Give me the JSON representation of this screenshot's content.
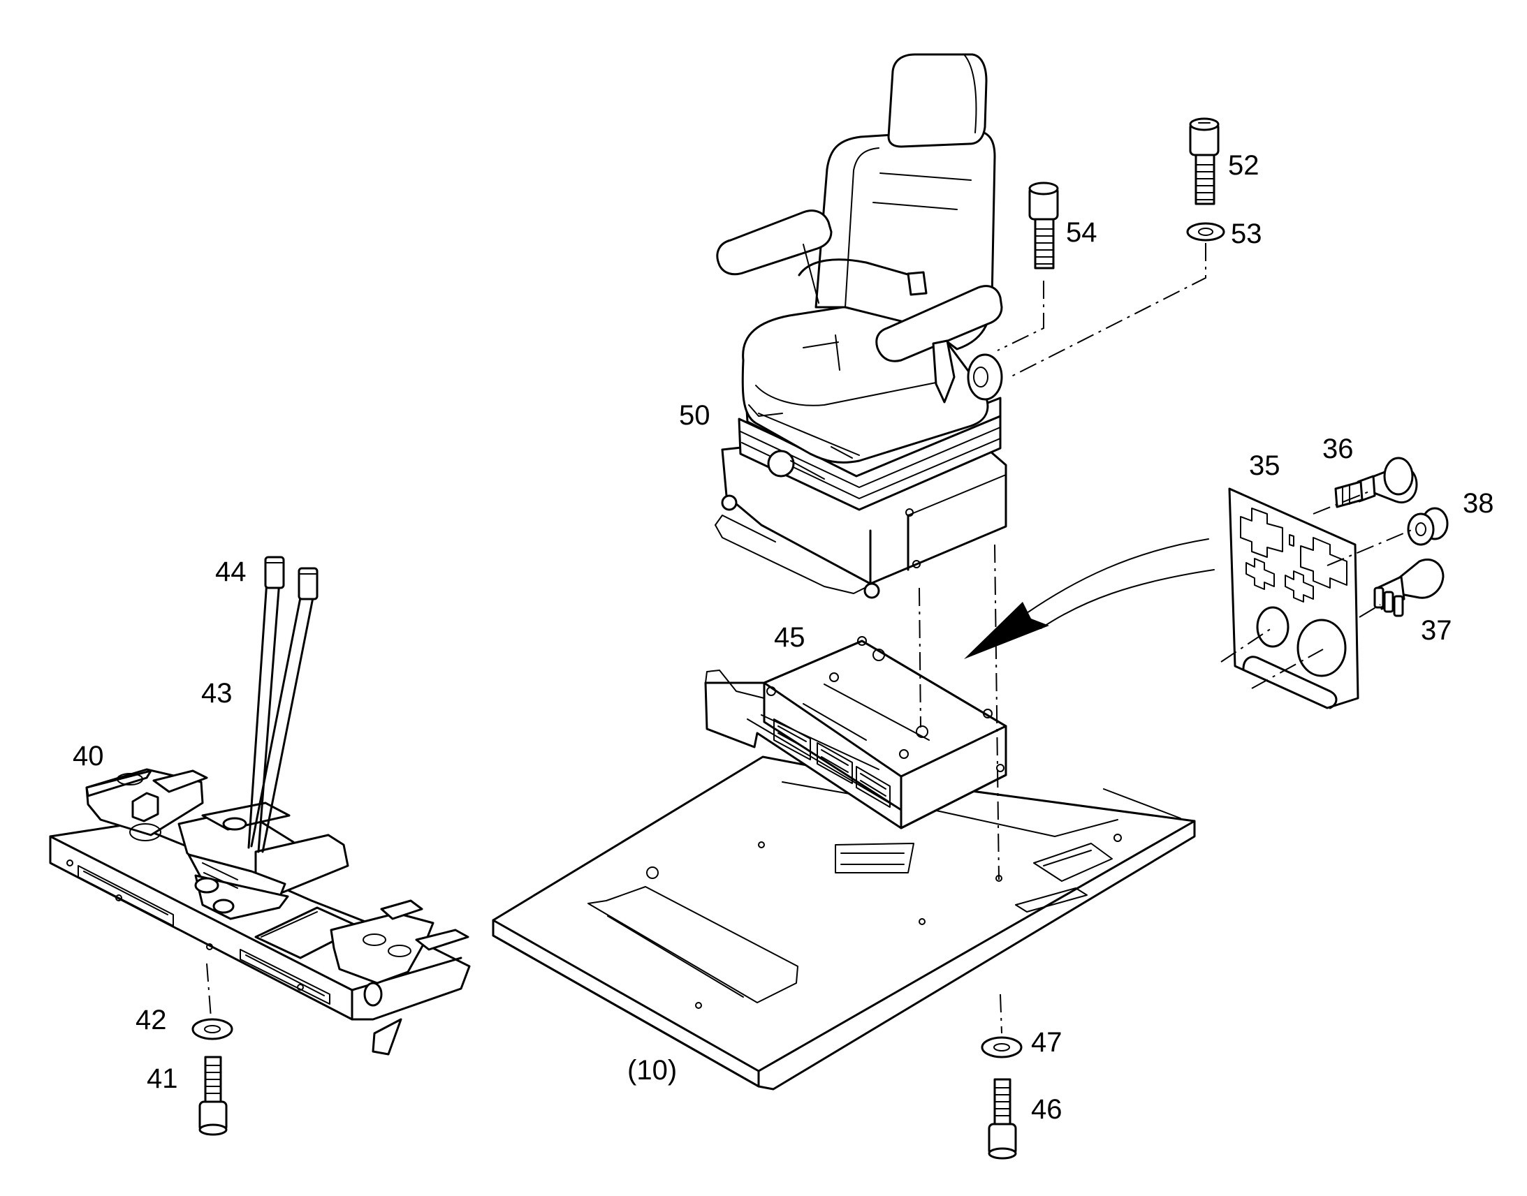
{
  "callouts": {
    "c35": "35",
    "c36": "36",
    "c37": "37",
    "c38": "38",
    "c40": "40",
    "c41": "41",
    "c42": "42",
    "c43": "43",
    "c44": "44",
    "c45": "45",
    "c46": "46",
    "c47": "47",
    "c50": "50",
    "c52": "52",
    "c53": "53",
    "c54": "54",
    "c10": "(10)"
  },
  "icons": {
    "pointer_arrow": "arrow-icon"
  },
  "colors": {
    "line": "#000000",
    "background": "#ffffff"
  }
}
